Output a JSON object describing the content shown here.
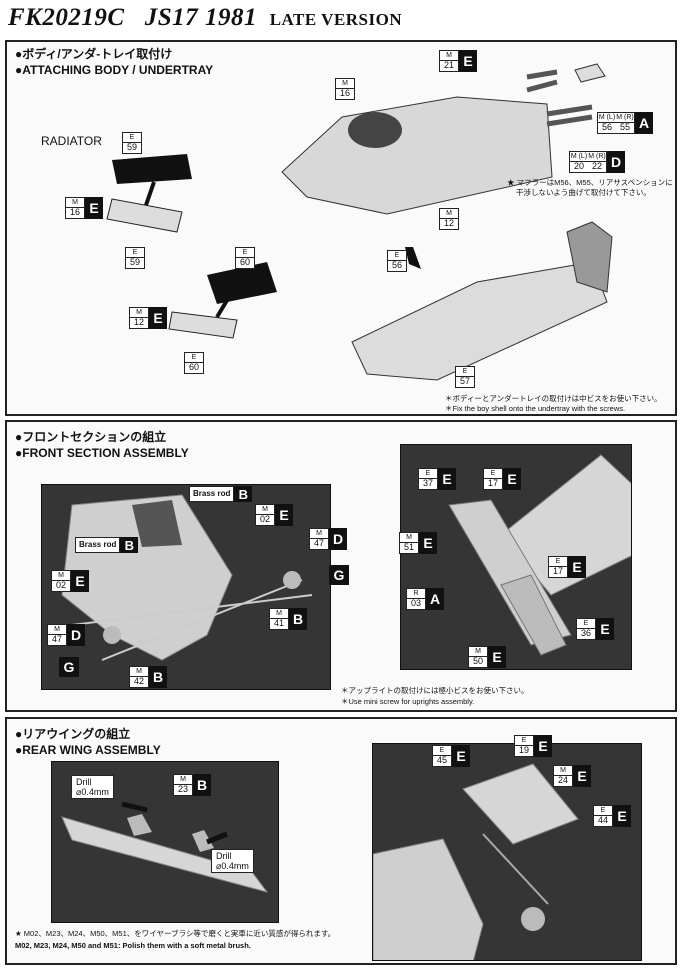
{
  "header": {
    "part_no": "FK20219C",
    "model": "JS17",
    "year": "1981",
    "version": "LATE VERSION"
  },
  "sections": [
    {
      "jp": "●ボディ/アンダ-トレイ取付け",
      "en": "●ATTACHING BODY / UNDERTRAY",
      "radiator_label": "RADIATOR",
      "note1_jp": "★ マフラーはM56、M55、リアサスペンションに",
      "note1_jp2": "干渉しないよう曲げて取付けて下さい。",
      "note2_jp": "＊ボディーとアンダートレイの取付けは中ビスをお使い下さい。",
      "note2_en": "＊Fix the boy shell onto the undertray with the screws."
    },
    {
      "jp": "●フロントセクションの組立",
      "en": "●FRONT SECTION ASSEMBLY",
      "note_jp": "＊アップライトの取付けには極小ビスをお使い下さい。",
      "note_en": "＊Use mini screw for uprights assembly."
    },
    {
      "jp": "●リアウイングの組立",
      "en": "●REAR WING ASSEMBLY",
      "note_jp": "★ M02、M23、M24、M50、M51、をワイヤーブラシ等で磨くと実車に近い質感が得られます。",
      "note_en": "M02, M23, M24, M50 and M51:  Polish them with a soft metal brush."
    }
  ],
  "tags": {
    "m16_a": {
      "t": "M",
      "n": "16"
    },
    "m21": {
      "t": "M",
      "n": "21",
      "c": "E"
    },
    "m56_55": {
      "t1": "M (L)",
      "t2": "M (R)",
      "n1": "56",
      "n2": "55",
      "c": "A"
    },
    "m20_22": {
      "t1": "M (L)",
      "t2": "M (R)",
      "n1": "20",
      "n2": "22",
      "c": "D"
    },
    "m12_a": {
      "t": "M",
      "n": "12"
    },
    "e59_a": {
      "t": "E",
      "n": "59"
    },
    "m16_b": {
      "t": "M",
      "n": "16",
      "c": "E"
    },
    "e59_b": {
      "t": "E",
      "n": "59"
    },
    "e60_a": {
      "t": "E",
      "n": "60"
    },
    "m12_b": {
      "t": "M",
      "n": "12",
      "c": "E"
    },
    "e60_b": {
      "t": "E",
      "n": "60"
    },
    "e56": {
      "t": "E",
      "n": "56"
    },
    "e57": {
      "t": "E",
      "n": "57"
    },
    "m02_a": {
      "t": "M",
      "n": "02",
      "c": "E"
    },
    "m47_a": {
      "t": "M",
      "n": "47",
      "c": "D"
    },
    "m41": {
      "t": "M",
      "n": "41",
      "c": "B"
    },
    "m02_b": {
      "t": "M",
      "n": "02",
      "c": "E"
    },
    "m47_b": {
      "t": "M",
      "n": "47",
      "c": "D"
    },
    "m42": {
      "t": "M",
      "n": "42",
      "c": "B"
    },
    "e37": {
      "t": "E",
      "n": "37",
      "c": "E"
    },
    "e17_a": {
      "t": "E",
      "n": "17",
      "c": "E"
    },
    "m51": {
      "t": "M",
      "n": "51",
      "c": "E"
    },
    "e17_b": {
      "t": "E",
      "n": "17",
      "c": "E"
    },
    "r03": {
      "t": "R",
      "n": "03",
      "c": "A"
    },
    "e36": {
      "t": "E",
      "n": "36",
      "c": "E"
    },
    "m50": {
      "t": "M",
      "n": "50",
      "c": "E"
    },
    "m23": {
      "t": "M",
      "n": "23",
      "c": "B"
    },
    "e45": {
      "t": "E",
      "n": "45",
      "c": "E"
    },
    "e19": {
      "t": "E",
      "n": "19",
      "c": "E"
    },
    "m24": {
      "t": "M",
      "n": "24",
      "c": "E"
    },
    "e44": {
      "t": "E",
      "n": "44",
      "c": "E"
    }
  },
  "brass": {
    "label": "Brass rod",
    "code": "B"
  },
  "code_g": "G",
  "drill": {
    "label": "Drill",
    "size": "⌀0.4mm"
  }
}
